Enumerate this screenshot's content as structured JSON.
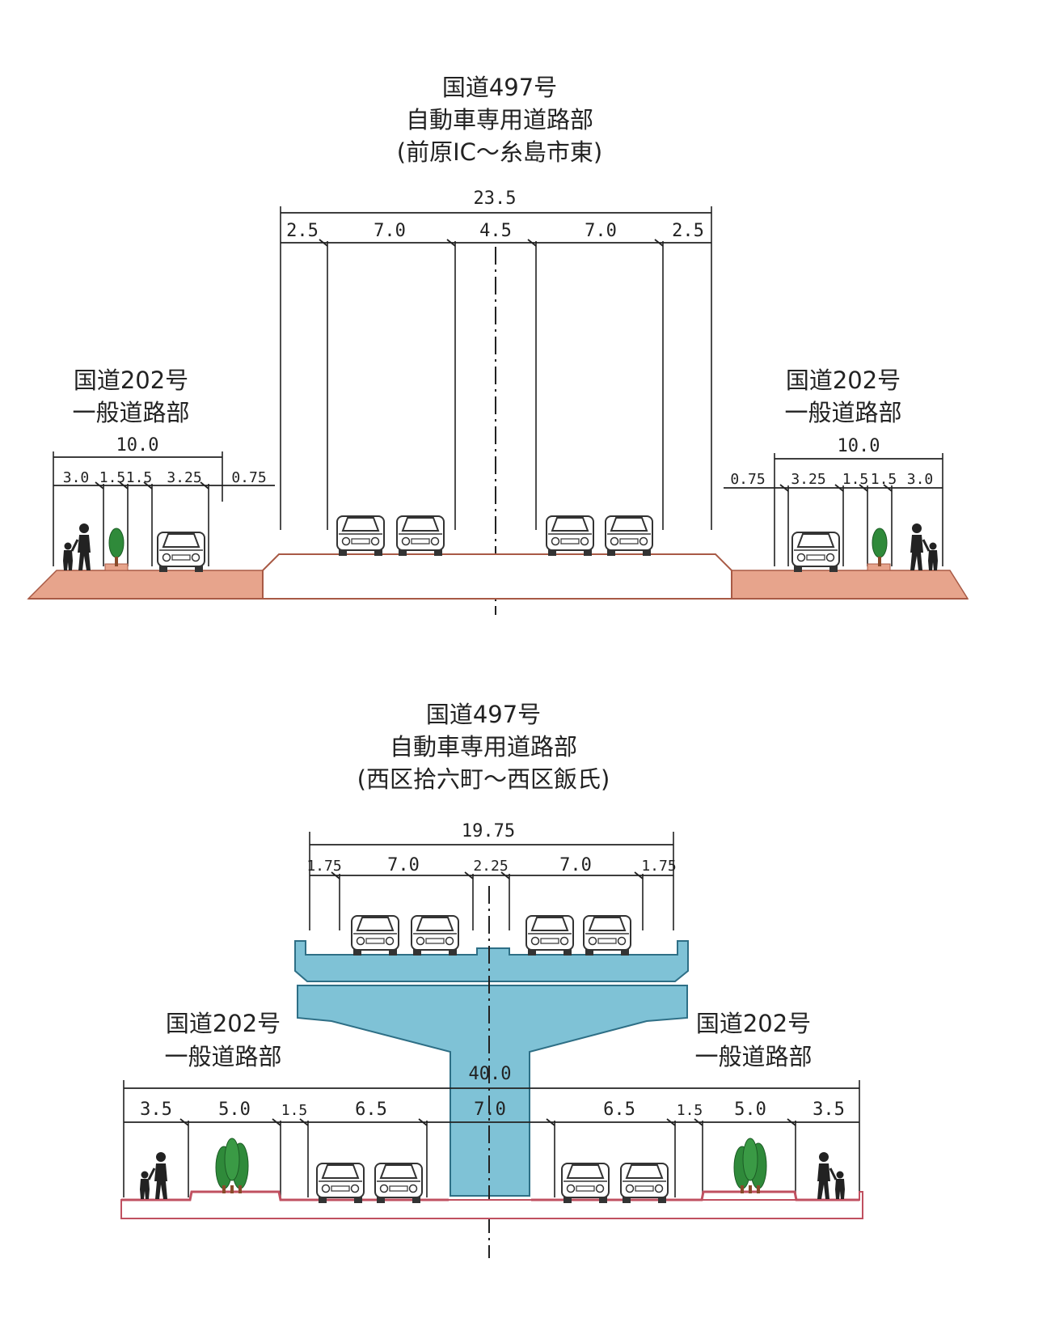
{
  "upper_section": {
    "title_lines": [
      "国道497号",
      "自動車専用道路部",
      "(前原IC〜糸島市東)"
    ],
    "main_total": "23.5",
    "main_parts": [
      "2.5",
      "7.0",
      "4.5",
      "7.0",
      "2.5"
    ],
    "left_road_lines": [
      "国道202号",
      "一般道路部"
    ],
    "left_total": "10.0",
    "left_parts": [
      "3.0",
      "1.5",
      "1.5",
      "3.25"
    ],
    "left_gap": "0.75",
    "right_road_lines": [
      "国道202号",
      "一般道路部"
    ],
    "right_total": "10.0",
    "right_parts": [
      "3.25",
      "1.5",
      "1.5",
      "3.0"
    ],
    "right_gap": "0.75"
  },
  "lower_section": {
    "title_lines": [
      "国道497号",
      "自動車専用道路部",
      "(西区拾六町〜西区飯氏)"
    ],
    "deck_total": "19.75",
    "deck_parts": [
      "1.75",
      "7.0",
      "2.25",
      "7.0",
      "1.75"
    ],
    "left_road_lines": [
      "国道202号",
      "一般道路部"
    ],
    "right_road_lines": [
      "国道202号",
      "一般道路部"
    ],
    "ground_total": "40.0",
    "ground_parts": [
      "3.5",
      "5.0",
      "1.5",
      "6.5",
      "7.0",
      "6.5",
      "1.5",
      "5.0",
      "3.5"
    ]
  },
  "colors": {
    "ground_fill": "#e7a48c",
    "pier_fill": "#7fc2d6",
    "tree": "#2f8a3a",
    "dimension_line": "#222222"
  },
  "icons": [
    "car-icon",
    "tree-icon",
    "pedestrian-icon"
  ]
}
